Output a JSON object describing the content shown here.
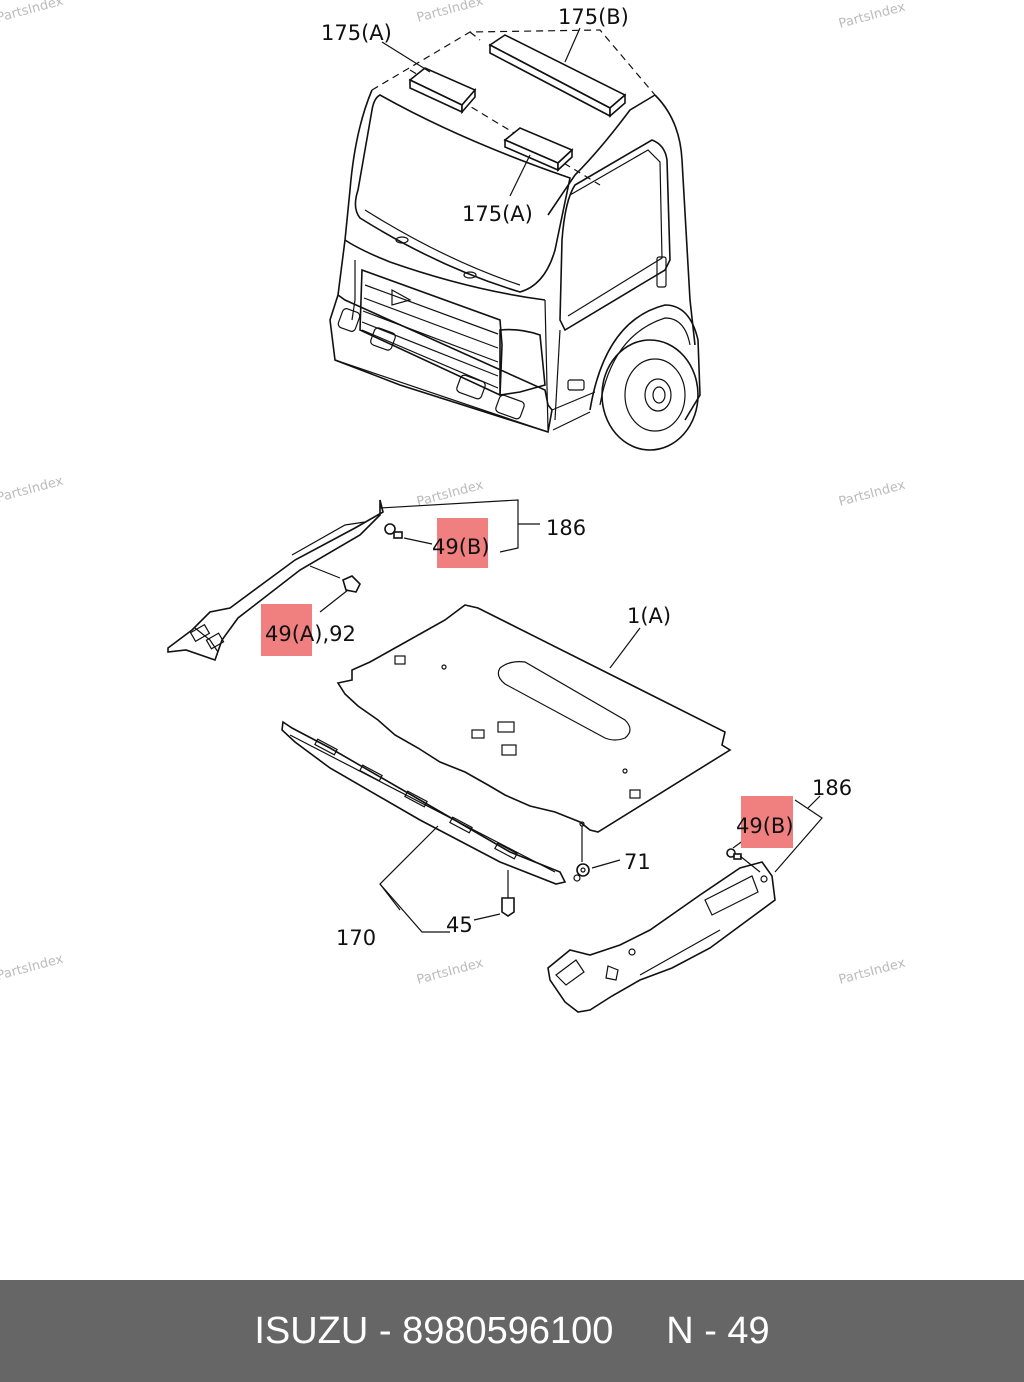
{
  "watermark": "PartsIndex",
  "labels": {
    "l175a_top": "175(A)",
    "l175b": "175(B)",
    "l175a_mid": "175(A)",
    "l186_top": "186",
    "l49b_top": "49(B)",
    "l49a92": "49(A),92",
    "l1a": "1(A)",
    "l186_bot": "186",
    "l49b_bot": "49(B)",
    "l71": "71",
    "l170": "170",
    "l45": "45"
  },
  "footer": {
    "text": "ISUZU - 8980596100     N - 49",
    "background": "#666666"
  },
  "colors": {
    "highlight": "#f08080",
    "ink": "#111111"
  }
}
